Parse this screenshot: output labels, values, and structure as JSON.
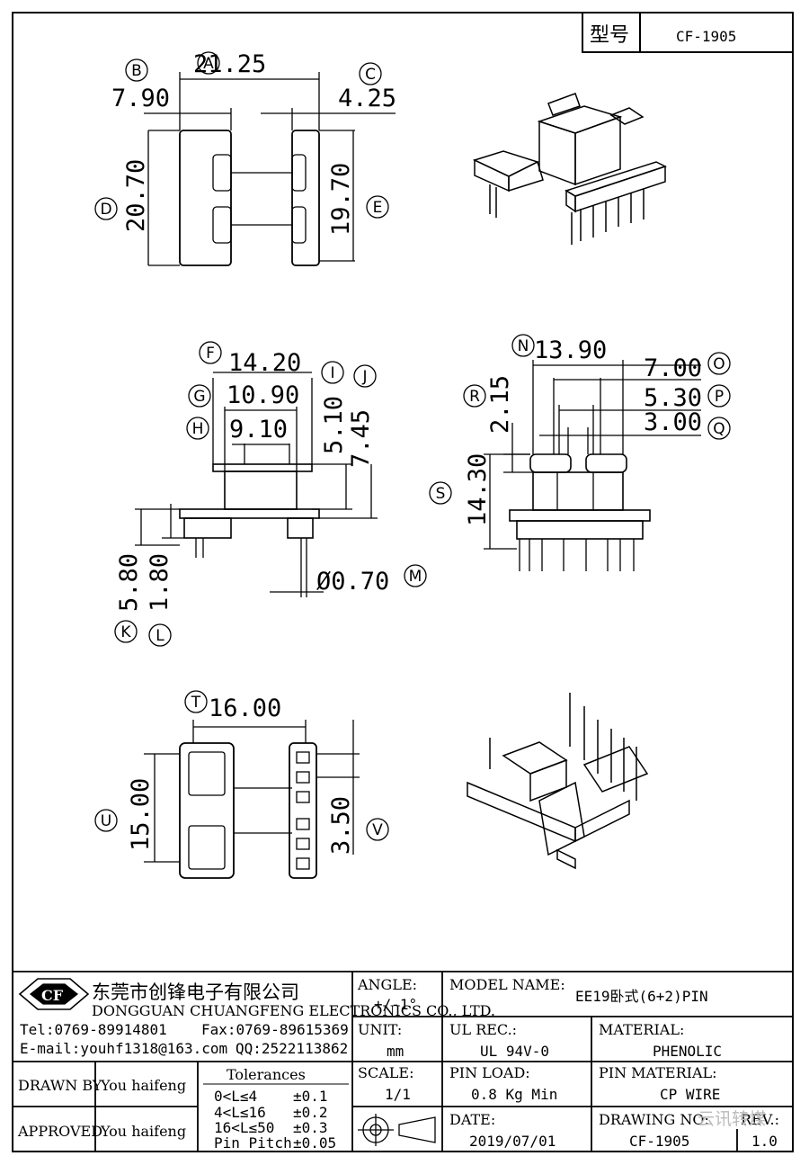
{
  "header": {
    "model_label": "型号",
    "model_value": "CF-1905"
  },
  "dims": {
    "A": "21.25",
    "B": "7.90",
    "C": "4.25",
    "D": "20.70",
    "E": "19.70",
    "F": "14.20",
    "G": "10.90",
    "H": "9.10",
    "I": "5.10",
    "J": "7.45",
    "K": "5.80",
    "L": "1.80",
    "M": "Ø0.70",
    "N": "13.90",
    "O": "7.00",
    "P": "5.30",
    "Q": "3.00",
    "R": "2.15",
    "S": "14.30",
    "T": "16.00",
    "U": "15.00",
    "V": "3.50"
  },
  "letters": [
    "A",
    "B",
    "C",
    "D",
    "E",
    "F",
    "G",
    "H",
    "I",
    "J",
    "K",
    "L",
    "M",
    "N",
    "O",
    "P",
    "Q",
    "R",
    "S",
    "T",
    "U",
    "V"
  ],
  "company": {
    "logo": "CF",
    "name_cn": "东莞市创锋电子有限公司",
    "name_en": "DONGGUAN CHUANGFENG ELECTRONICS CO., LTD.",
    "tel": "Tel:0769-89914801",
    "fax": "Fax:0769-89615369",
    "email": "E-mail:youhf1318@163.com",
    "qq": "QQ:2522113862"
  },
  "title_block": {
    "angle_label": "ANGLE:",
    "angle_value": "+/-1°",
    "model_name_label": "MODEL NAME:",
    "model_name_value": "EE19卧式(6+2)PIN",
    "unit_label": "UNIT:",
    "unit_value": "mm",
    "ul_label": "UL REC.:",
    "ul_value": "UL 94V-0",
    "material_label": "MATERIAL:",
    "material_value": "PHENOLIC",
    "drawn_label": "DRAWN BY",
    "drawn_value": "You haifeng",
    "approved_label": "APPROVED",
    "approved_value": "You haifeng",
    "tol_title": "Tolerances",
    "tol_rows": [
      {
        "range": "0<L≤4",
        "tol": "±0.1"
      },
      {
        "range": "4<L≤16",
        "tol": "±0.2"
      },
      {
        "range": "16<L≤50",
        "tol": "±0.3"
      },
      {
        "range": "Pin Pitch",
        "tol": "±0.05"
      }
    ],
    "scale_label": "SCALE:",
    "scale_value": "1/1",
    "pin_load_label": "PIN LOAD:",
    "pin_load_value": "0.8 Kg Min",
    "pin_material_label": "PIN MATERIAL:",
    "pin_material_value": "CP WIRE",
    "date_label": "DATE:",
    "date_value": "2019/07/01",
    "drawing_no_label": "DRAWING NO:",
    "drawing_no_value": "CF-1905",
    "rev_label": "REV.:",
    "rev_value": "1.0",
    "watermark": "云讯转煤"
  }
}
